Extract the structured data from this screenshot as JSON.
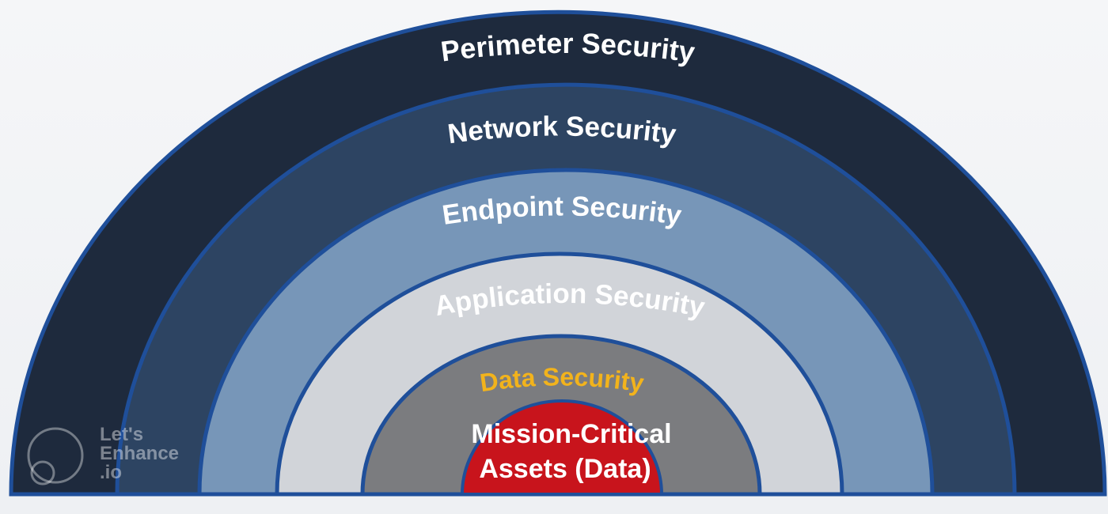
{
  "layers": [
    {
      "label": "Perimeter Security",
      "fill": "#1e2a3d",
      "text_color": "#ffffff"
    },
    {
      "label": "Network Security",
      "fill": "#2d4462",
      "text_color": "#ffffff"
    },
    {
      "label": "Endpoint Security",
      "fill": "#7796b8",
      "text_color": "#ffffff"
    },
    {
      "label": "Application Security",
      "fill": "#d1d4d9",
      "text_color": "#ffffff"
    },
    {
      "label": "Data Security",
      "fill": "#7b7c7f",
      "text_color": "#f2b31c"
    },
    {
      "label": "",
      "fill": "#c8141c",
      "text_color": "#ffffff"
    }
  ],
  "core": {
    "line1": "Mission-Critical",
    "line2": "Assets (Data)"
  },
  "border_color": "#1f4f9a",
  "watermark": {
    "line1": "Let's",
    "line2": "Enhance",
    "line3": ".io"
  }
}
